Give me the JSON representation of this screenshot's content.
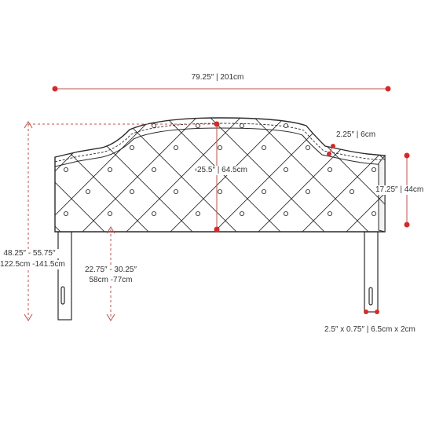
{
  "colors": {
    "dimension_red": "#d42a2a",
    "dim_line_red": "#c0504d",
    "outline": "#2b2b2b",
    "text": "#333333",
    "background": "#ffffff"
  },
  "dimensions": {
    "width": "79.25″ | 201cm",
    "panel_depth": "2.25″ | 6cm",
    "tufted_height": "25.5″ | 64.5cm",
    "side_height": "17.25″ | 44cm",
    "total_height_in": "48.25″ - 55.75″",
    "total_height_cm": "122.5cm -141.5cm",
    "leg_height_in": "22.75″ - 30.25″",
    "leg_height_cm": "58cm -77cm",
    "leg_size": "2.5″ x 0.75″ | 6.5cm x 2cm"
  },
  "icons": {
    "headboard": "tufted-headboard-drawing"
  }
}
